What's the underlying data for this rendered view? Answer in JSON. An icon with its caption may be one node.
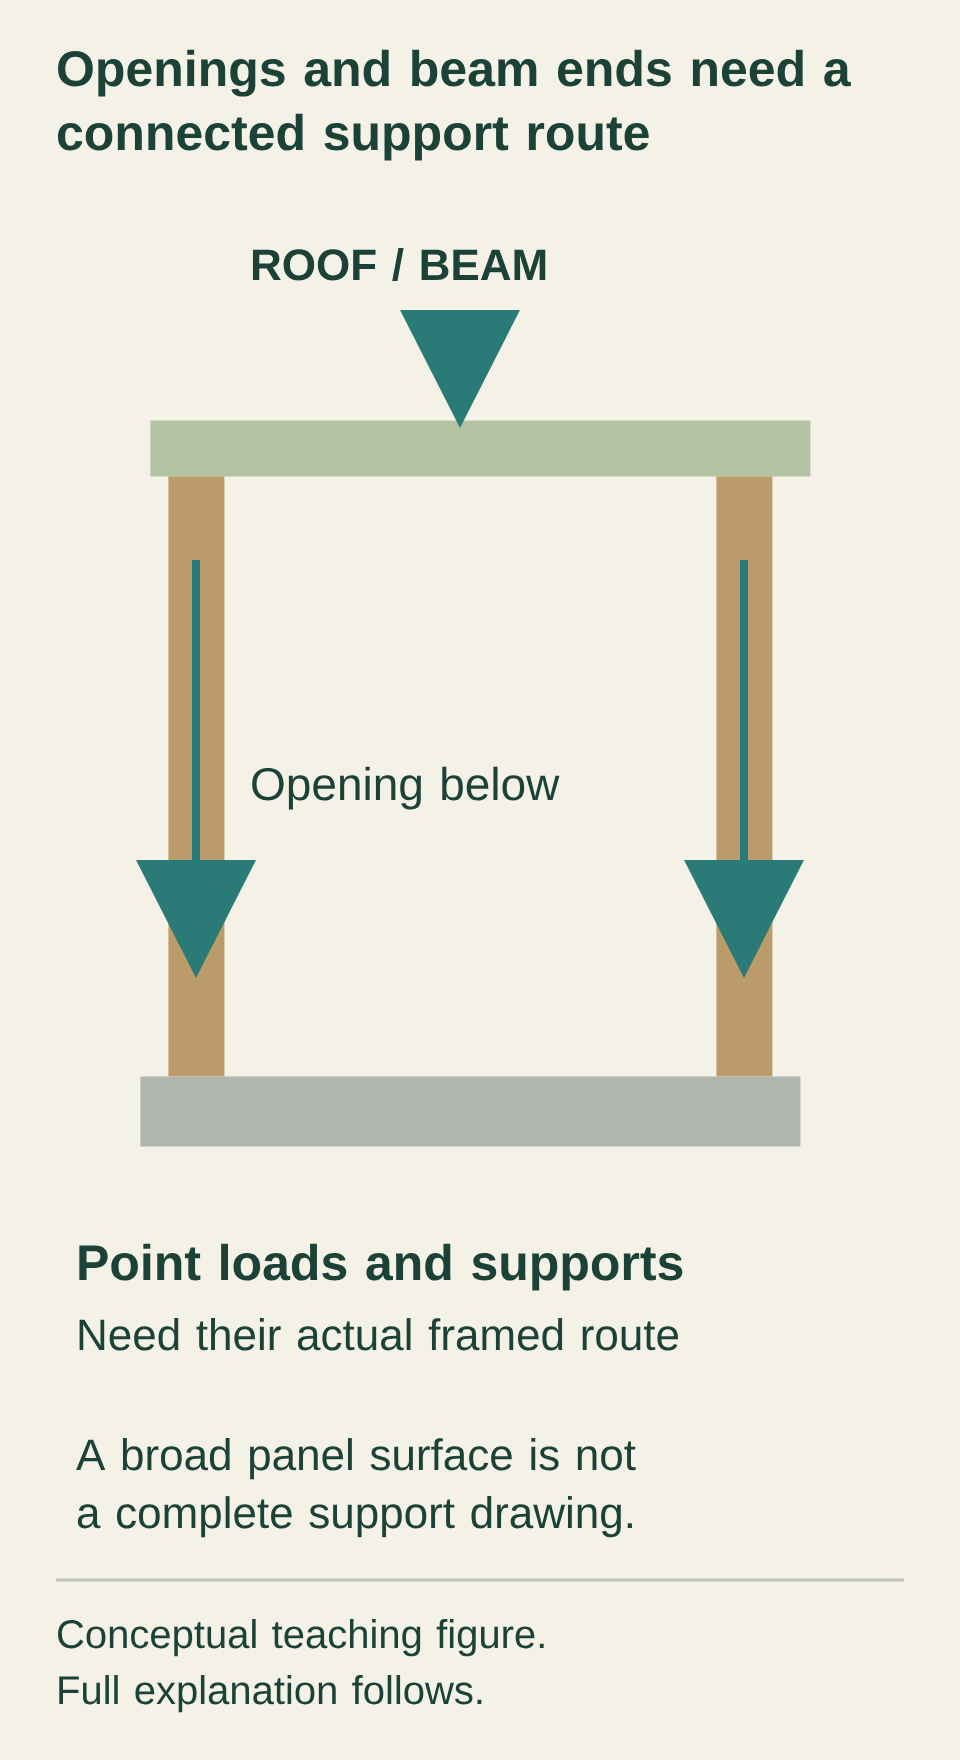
{
  "diagram": {
    "title": "Openings and beam ends need a connected support route",
    "nodes": [
      {
        "text": [],
        "shape": "bar"
      },
      {
        "text": [],
        "shape": "bar"
      },
      {
        "text": [],
        "shape": "bar"
      },
      {
        "text": [],
        "shape": "bar"
      }
    ],
    "labels": [
      "ROOF / BEAM",
      "Opening below",
      "Point loads and supports",
      "Need their actual framed route",
      "A broad panel surface is not a complete support drawing."
    ],
    "caption": "Conceptual teaching figure. Full explanation follows."
  }
}
